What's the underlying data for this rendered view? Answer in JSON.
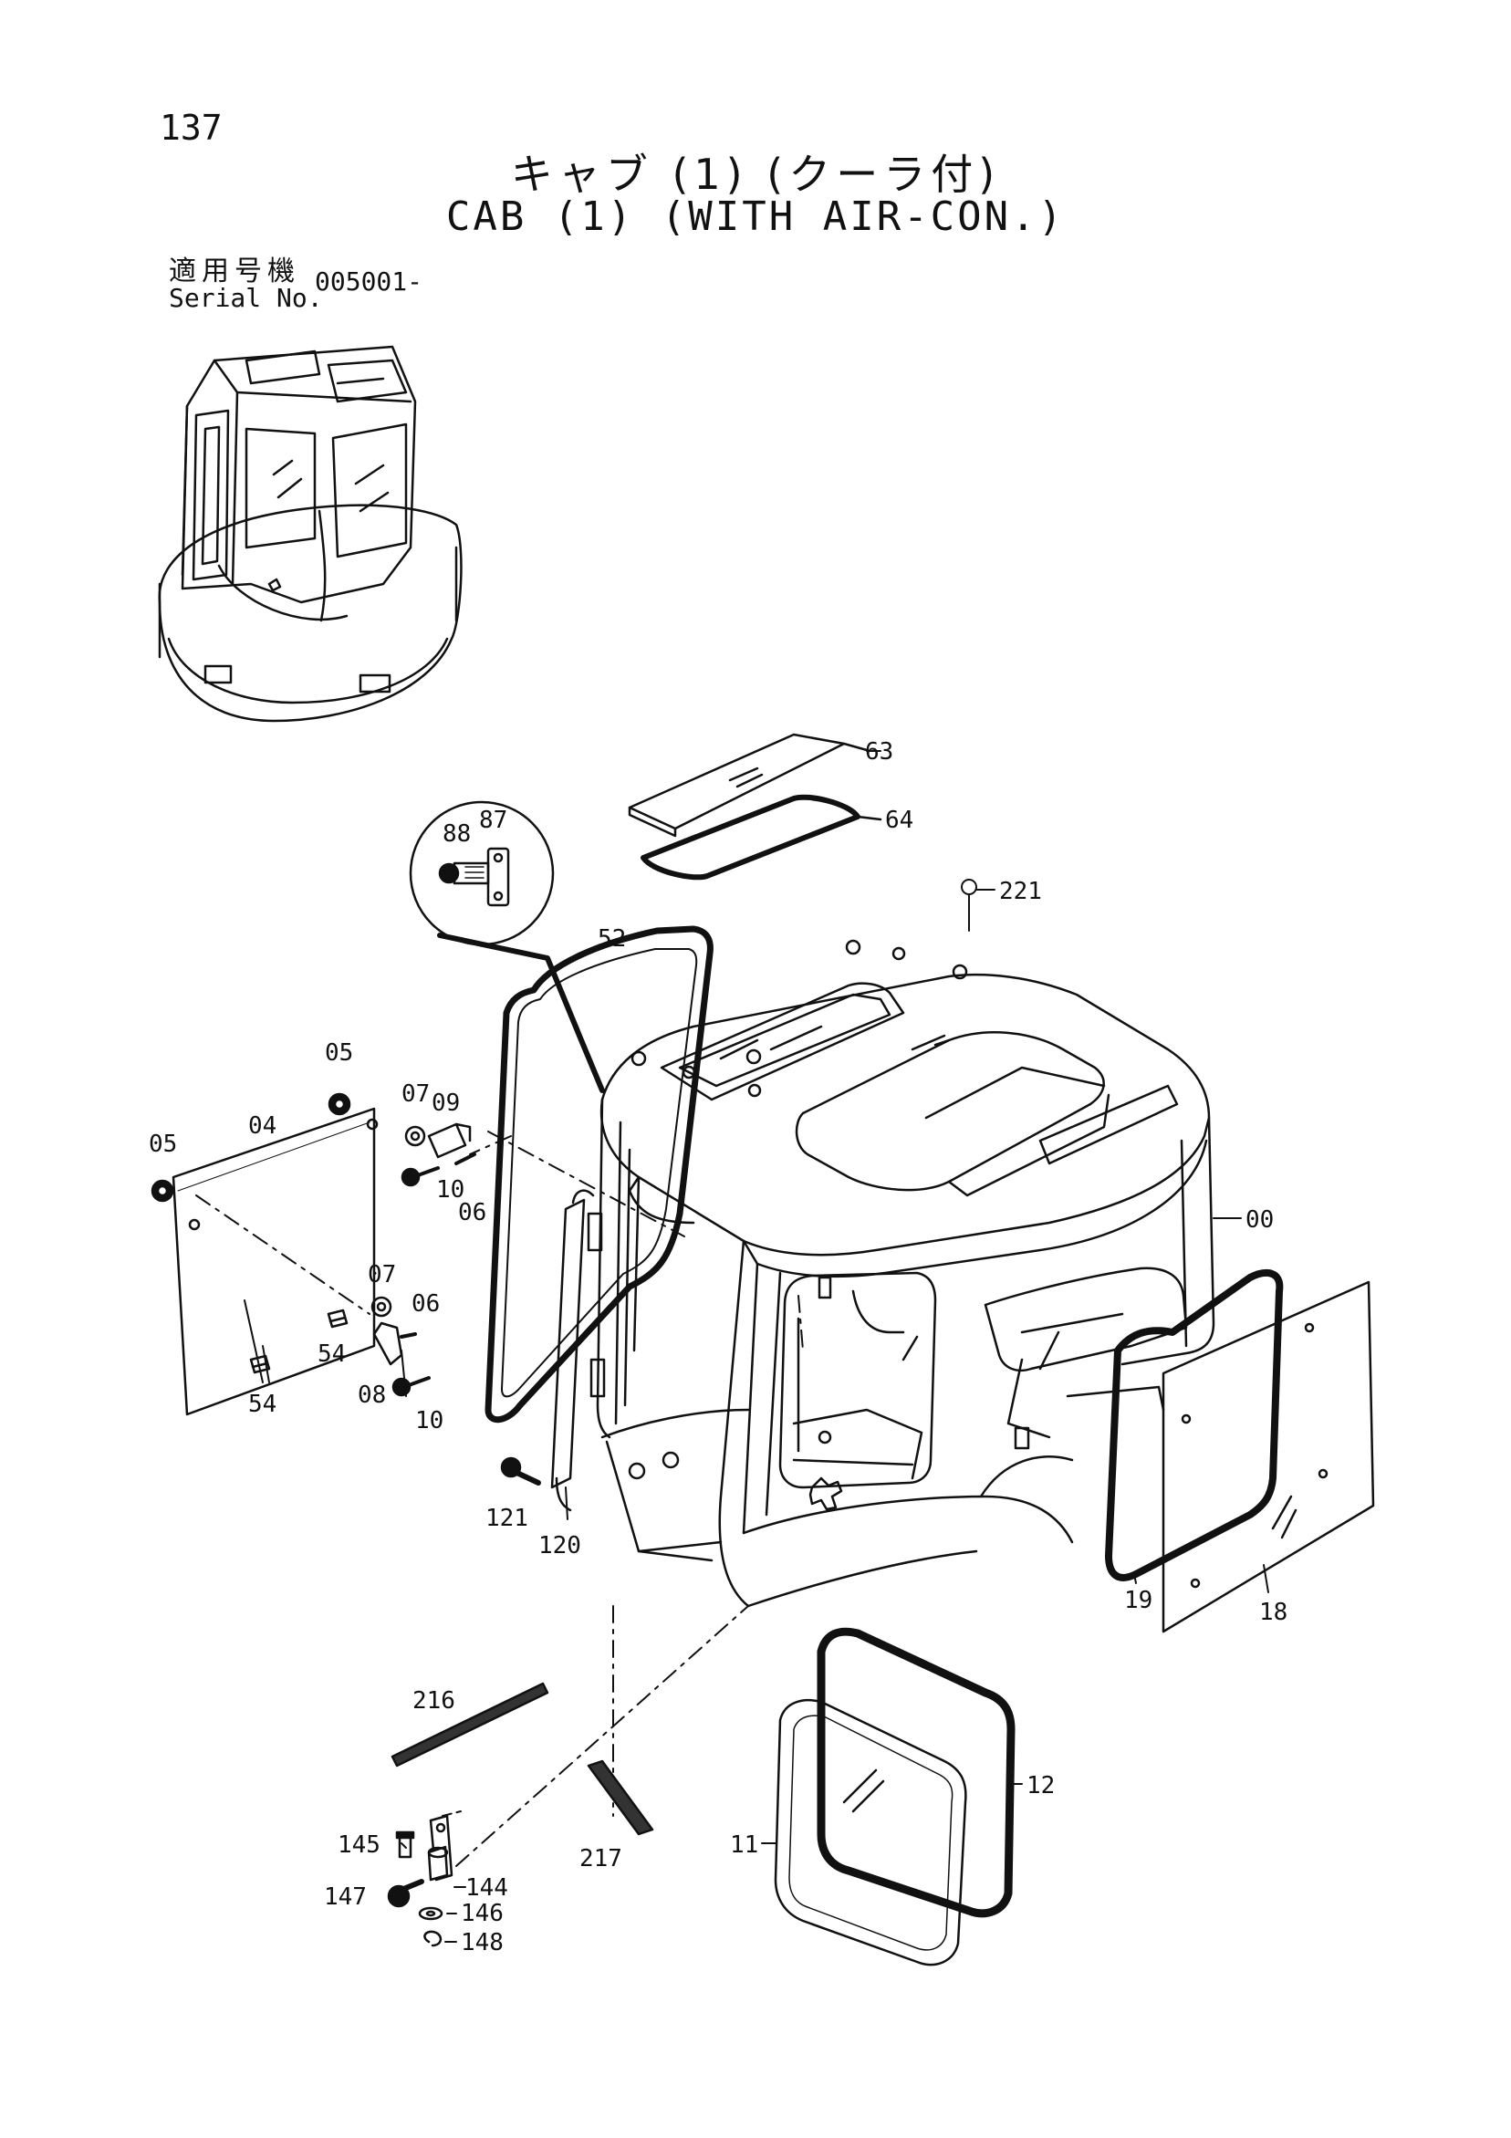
{
  "page": {
    "number": "137",
    "title_jp": "キャブ (1) (クーラ付)",
    "title_en": "CAB (1) (WITH AIR-CON.)",
    "serial_label_jp": "適用号機",
    "serial_label_en": "Serial No.",
    "serial_value": "005001-"
  },
  "callouts": {
    "c63": "63",
    "c64": "64",
    "c221": "221",
    "c88": "88",
    "c87": "87",
    "c52": "52",
    "c05a": "05",
    "c05b": "05",
    "c04": "04",
    "c07a": "07",
    "c09": "09",
    "c10a": "10",
    "c06a": "06",
    "c07b": "07",
    "c06b": "06",
    "c54a": "54",
    "c54b": "54",
    "c08": "08",
    "c10b": "10",
    "c00": "00",
    "c121": "121",
    "c120": "120",
    "c19": "19",
    "c18": "18",
    "c216": "216",
    "c12": "12",
    "c217": "217",
    "c11": "11",
    "c145": "145",
    "c144": "144",
    "c147": "147",
    "c146": "146",
    "c148": "148"
  }
}
